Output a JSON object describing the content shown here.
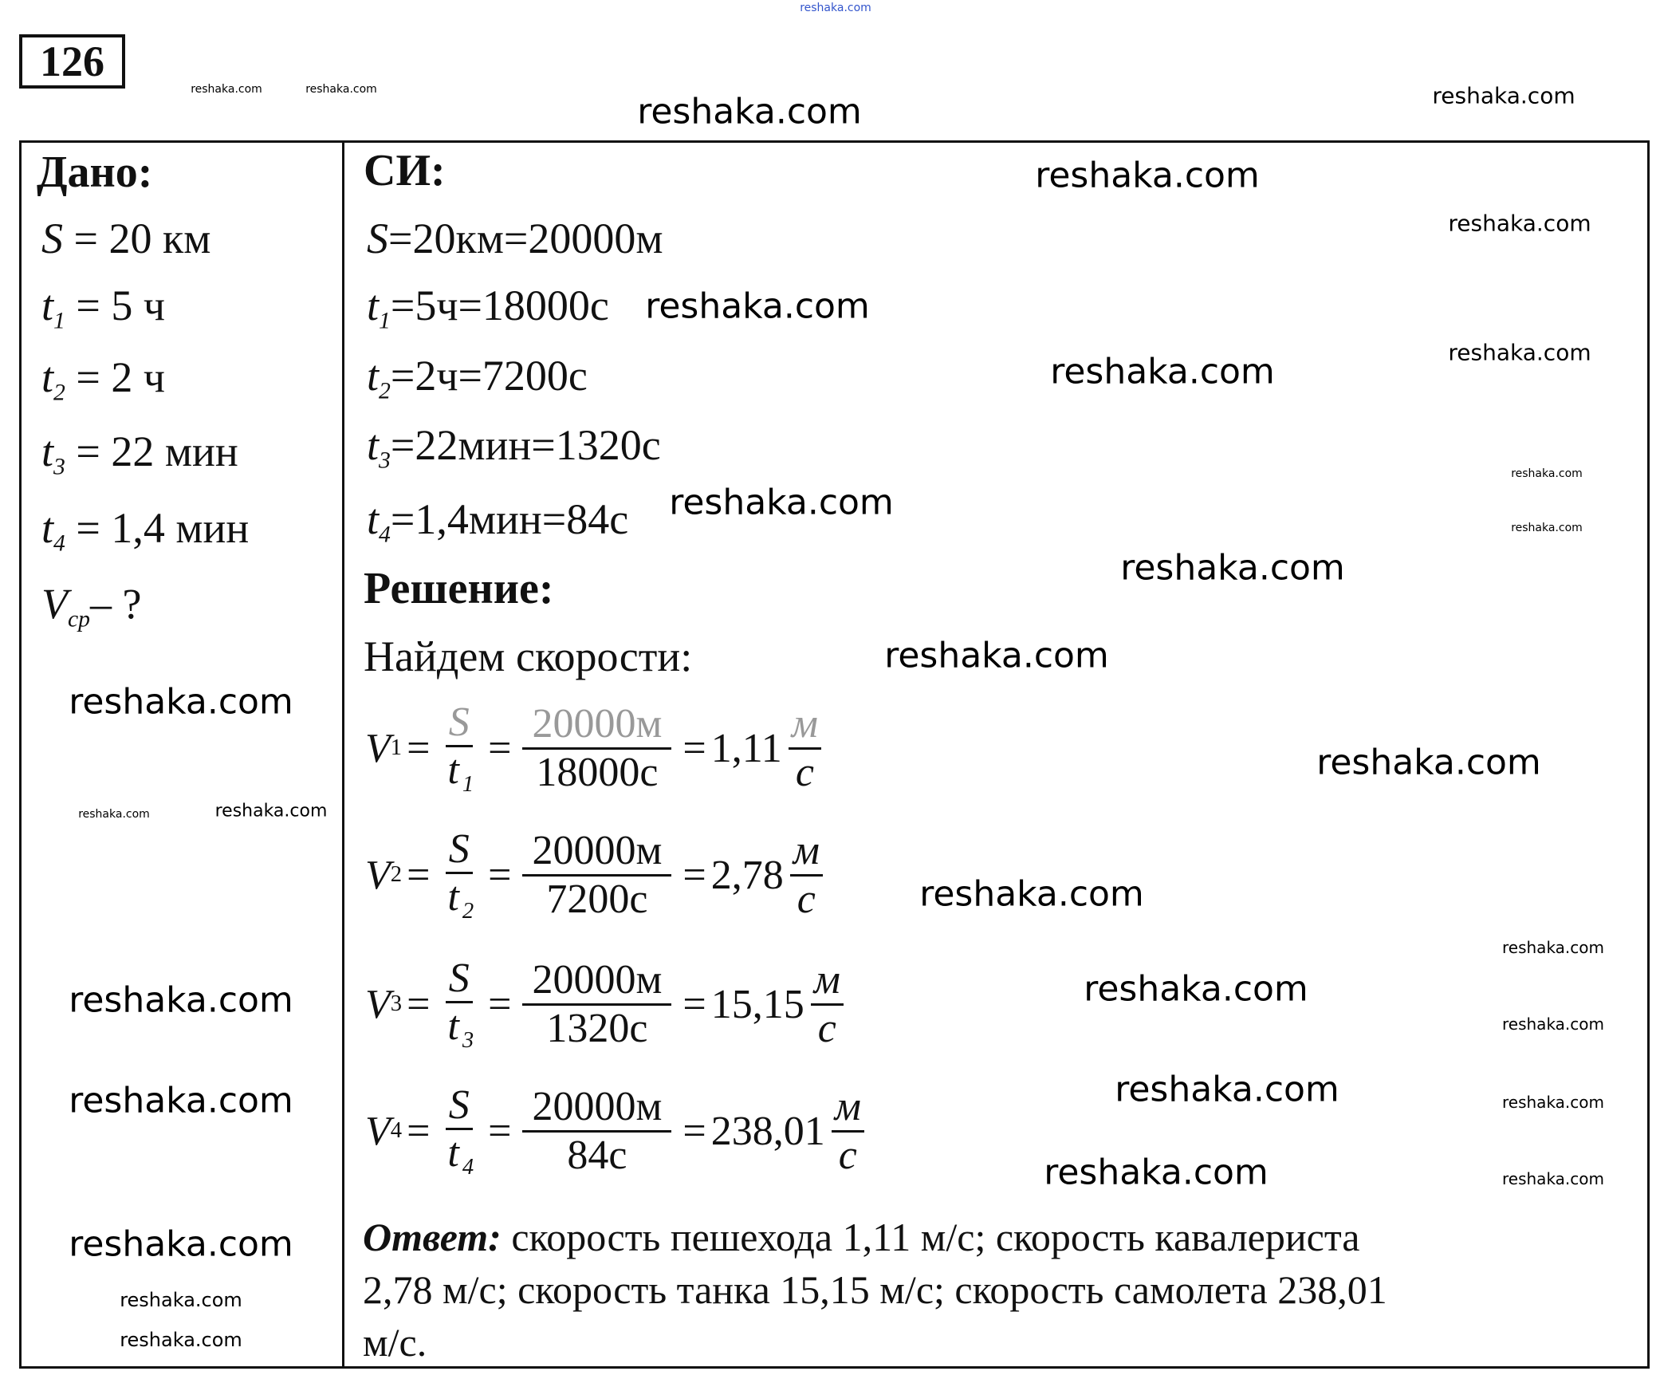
{
  "problem_number": "126",
  "given": {
    "title": "Дано:",
    "lines": [
      {
        "var": "S",
        "sub": "",
        "rest": " = 20 км"
      },
      {
        "var": "t",
        "sub": "1",
        "rest": " = 5 ч"
      },
      {
        "var": "t",
        "sub": "2",
        "rest": " = 2 ч"
      },
      {
        "var": "t",
        "sub": "3",
        "rest": " = 22 мин"
      },
      {
        "var": "t",
        "sub": "4",
        "rest": " = 1,4 мин"
      },
      {
        "var": "V",
        "sub": "ср",
        "rest": "–  ?"
      }
    ]
  },
  "si": {
    "title": "СИ:",
    "lines": [
      {
        "var": "S",
        "sub": "",
        "rest": "=20км=20000м"
      },
      {
        "var": "t",
        "sub": "1",
        "rest": "=5ч=18000с"
      },
      {
        "var": "t",
        "sub": "2",
        "rest": "=2ч=7200с"
      },
      {
        "var": "t",
        "sub": "3",
        "rest": "=22мин=1320с"
      },
      {
        "var": "t",
        "sub": "4",
        "rest": "=1,4мин=84с"
      }
    ]
  },
  "solution": {
    "title": "Решение:",
    "intro": "Найдем скорости:",
    "formulas": [
      {
        "v": "V",
        "i": "1",
        "s": "S",
        "t": "t",
        "num": "20000м",
        "den": "18000с",
        "result": "1,11",
        "unum": "м",
        "uden": "с"
      },
      {
        "v": "V",
        "i": "2",
        "s": "S",
        "t": "t",
        "num": "20000м",
        "den": "7200с",
        "result": "2,78",
        "unum": "м",
        "uden": "с"
      },
      {
        "v": "V",
        "i": "3",
        "s": "S",
        "t": "t",
        "num": "20000м",
        "den": "1320с",
        "result": "15,15",
        "unum": "м",
        "uden": "с"
      },
      {
        "v": "V",
        "i": "4",
        "s": "S",
        "t": "t",
        "num": "20000м",
        "den": "84с",
        "result": "238,01",
        "unum": "м",
        "uden": "с"
      }
    ],
    "eq": "="
  },
  "answer": {
    "label": "Ответ:",
    "line1": " скорость пешехода 1,11 м/с; скорость кавалериста",
    "line2": "2,78 м/с; скорость танка 15,15 м/с; скорость самолета 238,01",
    "line3": "м/с."
  },
  "watermarks": [
    "reshaka.com",
    "reshaka.com",
    "reshaka.com",
    "reshaka.com",
    "reshaka.com",
    "reshaka.com",
    "reshaka.com",
    "reshaka.com",
    "reshaka.com",
    "reshaka.com",
    "reshaka.com",
    "reshaka.com",
    "reshaka.com",
    "reshaka.com",
    "reshaka.com",
    "reshaka.com",
    "reshaka.com",
    "reshaka.com",
    "reshaka.com",
    "reshaka.com",
    "reshaka.com",
    "reshaka.com",
    "reshaka.com",
    "reshaka.com",
    "reshaka.com",
    "reshaka.com",
    "reshaka.com",
    "reshaka.com",
    "reshaka.com",
    "reshaka.com",
    "reshaka.com",
    "reshaka.com"
  ],
  "colors": {
    "top_watermark": "#3355cc"
  }
}
